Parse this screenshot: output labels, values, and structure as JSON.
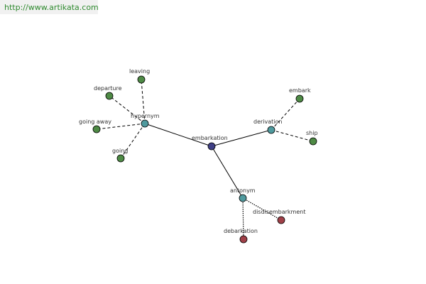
{
  "watermark": {
    "text": "http://www.artikata.com"
  },
  "colors": {
    "center": "#3f3f86",
    "relation": "#4f9a9e",
    "synonym": "#4e8a45",
    "antonym_word": "#a04048"
  },
  "graph": {
    "nodes": [
      {
        "id": "embarkation",
        "label": "embarkation",
        "kind": "center"
      },
      {
        "id": "hypernym",
        "label": "hypernym",
        "kind": "relation"
      },
      {
        "id": "derivation",
        "label": "derivation",
        "kind": "relation"
      },
      {
        "id": "antonym",
        "label": "antonym",
        "kind": "relation"
      },
      {
        "id": "leaving",
        "label": "leaving",
        "kind": "synonym"
      },
      {
        "id": "departure",
        "label": "departure",
        "kind": "synonym"
      },
      {
        "id": "going_away",
        "label": "going away",
        "kind": "synonym"
      },
      {
        "id": "going",
        "label": "going",
        "kind": "synonym"
      },
      {
        "id": "embark",
        "label": "embark",
        "kind": "synonym"
      },
      {
        "id": "ship",
        "label": "ship",
        "kind": "synonym"
      },
      {
        "id": "disembarkment",
        "label": "disdisembarkment",
        "kind": "antonym_word"
      },
      {
        "id": "debarkation",
        "label": "debarkation",
        "kind": "antonym_word"
      }
    ],
    "edges": [
      {
        "from": "embarkation",
        "to": "hypernym",
        "style": "solid"
      },
      {
        "from": "embarkation",
        "to": "derivation",
        "style": "solid"
      },
      {
        "from": "embarkation",
        "to": "antonym",
        "style": "solid"
      },
      {
        "from": "hypernym",
        "to": "leaving",
        "style": "dashed"
      },
      {
        "from": "hypernym",
        "to": "departure",
        "style": "dashed"
      },
      {
        "from": "hypernym",
        "to": "going_away",
        "style": "dashed"
      },
      {
        "from": "hypernym",
        "to": "going",
        "style": "dashed"
      },
      {
        "from": "derivation",
        "to": "embark",
        "style": "dashed"
      },
      {
        "from": "derivation",
        "to": "ship",
        "style": "dashed"
      },
      {
        "from": "antonym",
        "to": "disembarkment",
        "style": "dotted"
      },
      {
        "from": "antonym",
        "to": "debarkation",
        "style": "dotted"
      }
    ]
  }
}
